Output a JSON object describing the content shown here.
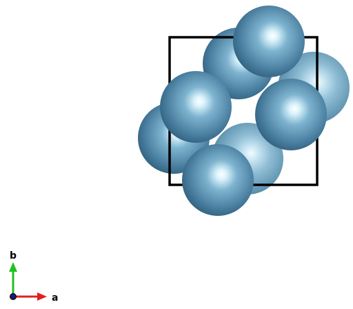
{
  "viewer": {
    "background": "#ffffff",
    "unit_cell_color": "#000000",
    "atom_color": "#4a7fa0",
    "atom_count": 8
  },
  "axes": {
    "a_label": "a",
    "b_label": "b",
    "a_color": "#e02020",
    "b_color": "#20c020",
    "origin_color": "#1a1a6e"
  }
}
